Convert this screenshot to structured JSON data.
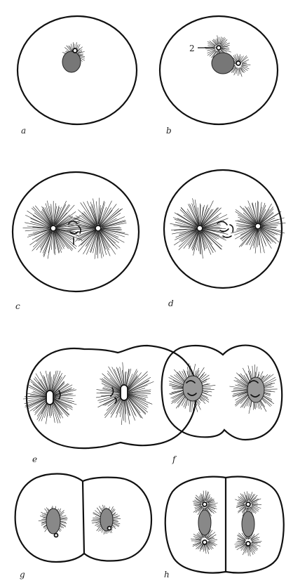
{
  "panels": [
    {
      "id": "a",
      "label": "a"
    },
    {
      "id": "b",
      "label": "b",
      "annotation": "2"
    },
    {
      "id": "c",
      "label": "c"
    },
    {
      "id": "d",
      "label": "d"
    },
    {
      "id": "e",
      "label": "e"
    },
    {
      "id": "f",
      "label": "f"
    },
    {
      "id": "g",
      "label": "g"
    },
    {
      "id": "h",
      "label": "h"
    }
  ]
}
